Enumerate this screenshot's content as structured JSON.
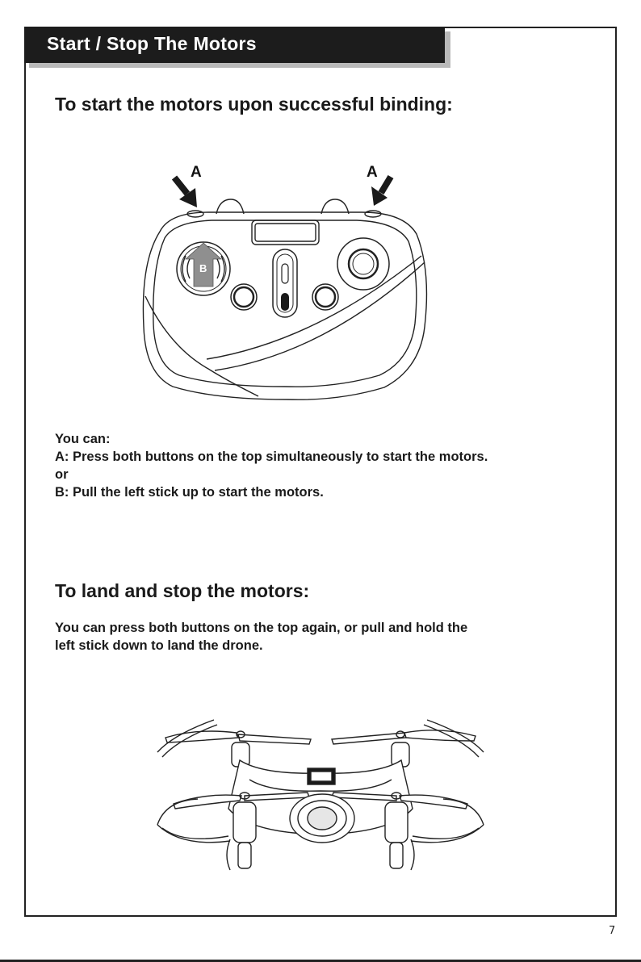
{
  "banner": {
    "title": "Start / Stop The Motors"
  },
  "section_start": {
    "heading": "To start the motors upon successful binding:",
    "figure": {
      "arrow_label_left": "A",
      "arrow_label_right": "A",
      "stick_label": "B",
      "arrow_icon": "down-arrow-icon",
      "stick_arrow_icon": "up-arrow-icon"
    },
    "lines": [
      "You can:",
      "A: Press both buttons on the top simultaneously to start the motors.",
      "or",
      "B: Pull the left stick up to start the motors."
    ]
  },
  "section_land": {
    "heading": "To land and stop the motors:",
    "lines": [
      "You can press both buttons on the top again, or pull and hold the",
      "left stick down to land the drone."
    ]
  },
  "footer": {
    "page_number": "7"
  }
}
